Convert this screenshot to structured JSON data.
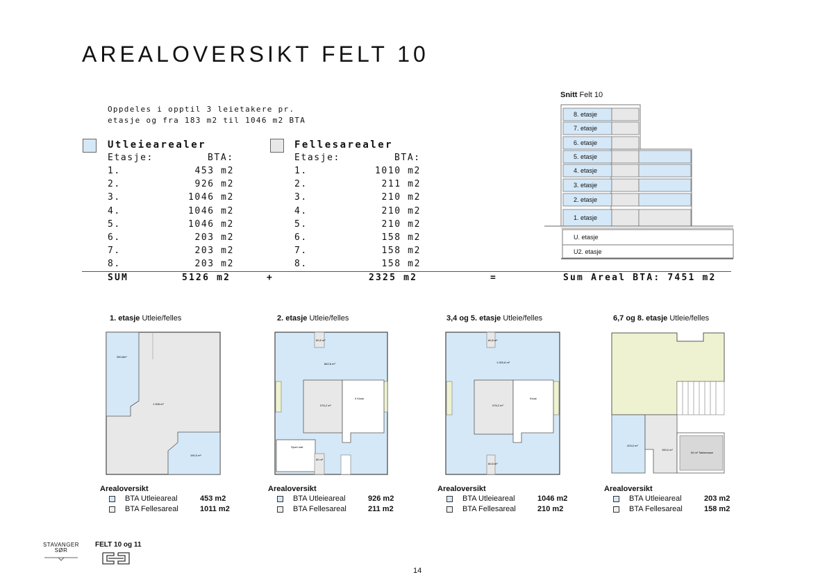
{
  "title": "AREALOVERSIKT FELT 10",
  "intro": "Oppdeles i opptil 3 leietakere pr.\netasje og fra 183 m2 til 1046 m2 BTA",
  "colors": {
    "utleie": "#d5e8f7",
    "felles": "#e8e8e8",
    "balcony": "#eef2d0"
  },
  "utleie": {
    "heading": "Utleiearealer",
    "col_floor": "Etasje:",
    "col_bta": "BTA:",
    "rows": [
      {
        "floor": "1.",
        "value": "453 m2"
      },
      {
        "floor": "2.",
        "value": "926 m2"
      },
      {
        "floor": "3.",
        "value": "1046 m2"
      },
      {
        "floor": "4.",
        "value": "1046 m2"
      },
      {
        "floor": "5.",
        "value": "1046 m2"
      },
      {
        "floor": "6.",
        "value": "203 m2"
      },
      {
        "floor": "7.",
        "value": "203 m2"
      },
      {
        "floor": "8.",
        "value": "203 m2"
      }
    ]
  },
  "felles": {
    "heading": "Fellesarealer",
    "col_floor": "Etasje:",
    "col_bta": "BTA:",
    "rows": [
      {
        "floor": "1.",
        "value": "1010 m2"
      },
      {
        "floor": "2.",
        "value": "211 m2"
      },
      {
        "floor": "3.",
        "value": "210 m2"
      },
      {
        "floor": "4.",
        "value": "210 m2"
      },
      {
        "floor": "5.",
        "value": "210 m2"
      },
      {
        "floor": "6.",
        "value": "158 m2"
      },
      {
        "floor": "7.",
        "value": "158 m2"
      },
      {
        "floor": "8.",
        "value": "158 m2"
      }
    ]
  },
  "sum": {
    "label": "SUM",
    "utleie_total": "5126 m2",
    "plus": "+",
    "felles_total": "2325 m2",
    "equals": "=",
    "grand_total": "Sum Areal BTA: 7451 m2"
  },
  "section": {
    "title_bold": "Snitt",
    "title_rest": "Felt 10",
    "floors": [
      "8. etasje",
      "7. etasje",
      "6. etasje",
      "5. etasje",
      "4. etasje",
      "3. etasje",
      "2. etasje",
      "1. etasje"
    ],
    "basement": [
      "U. etasje",
      "U2. etasje"
    ]
  },
  "plans": [
    {
      "title_bold": "1. etasje",
      "title_rest": "Utleie/felles",
      "overview_heading": "Arealoversikt",
      "utleie_label": "BTA Utleieareal",
      "utleie_value": "453 m2",
      "felles_label": "BTA Fellesareal",
      "felles_value": "1011 m2"
    },
    {
      "title_bold": "2. etasje",
      "title_rest": "Utleie/felles",
      "overview_heading": "Arealoversikt",
      "utleie_label": "BTA Utleieareal",
      "utleie_value": "926 m2",
      "felles_label": "BTA Fellesareal",
      "felles_value": "211 m2"
    },
    {
      "title_bold": "3,4 og 5. etasje",
      "title_rest": "Utleie/felles",
      "overview_heading": "Arealoversikt",
      "utleie_label": "BTA Utleieareal",
      "utleie_value": "1046 m2",
      "felles_label": "BTA Fellesareal",
      "felles_value": "210 m2"
    },
    {
      "title_bold": "6,7 og 8. etasje",
      "title_rest": "Utleie/felles",
      "overview_heading": "Arealoversikt",
      "utleie_label": "BTA Utleieareal",
      "utleie_value": "203 m2",
      "felles_label": "BTA Fellesareal",
      "felles_value": "158 m2"
    }
  ],
  "footer": {
    "logo_line1": "STAVANGER",
    "logo_line2": "SØR",
    "project_label": "FELT 10 og 11",
    "page_number": "14"
  }
}
